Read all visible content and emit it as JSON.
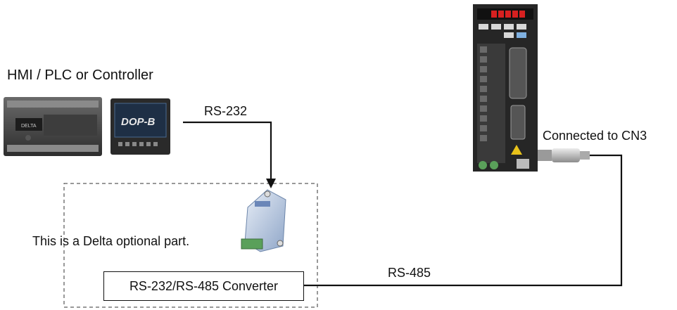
{
  "header": {
    "title": "HMI / PLC or Controller"
  },
  "links": {
    "rs232_label": "RS-232",
    "rs485_label": "RS-485",
    "cn3_label": "Connected to CN3"
  },
  "converter": {
    "box_label": "RS-232/RS-485 Converter",
    "note": "This is a Delta optional part."
  },
  "devices": {
    "hmi_brand": "DOP-B",
    "plc_brand": "DELTA"
  },
  "colors": {
    "line": "#111111",
    "device_dark": "#2b2b2b",
    "led_red": "#d62020",
    "converter_blue": "#9fb7d9",
    "terminal_green": "#5aa05a"
  }
}
